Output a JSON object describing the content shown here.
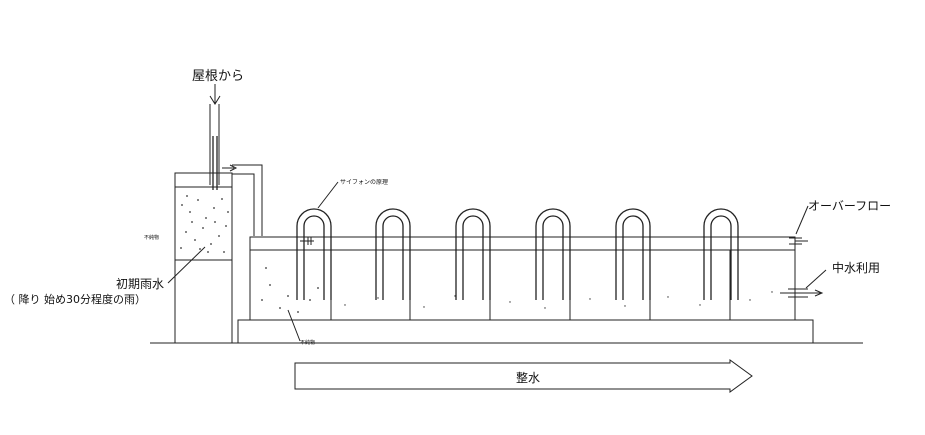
{
  "diagram": {
    "labels": {
      "from_roof": "屋根から",
      "first_flush": "初期雨水",
      "first_flush_note": "（ 降り 始め30分程度の雨）",
      "siphon_principle": "サイフォンの原理",
      "overflow": "オーバーフロー",
      "graywater_use": "中水利用",
      "clarification": "整水",
      "sediment_left": "不純物",
      "sediment_bottom": "不純物"
    },
    "siphon_count": 6,
    "colors": {
      "line": "#222222",
      "background": "#ffffff"
    }
  }
}
